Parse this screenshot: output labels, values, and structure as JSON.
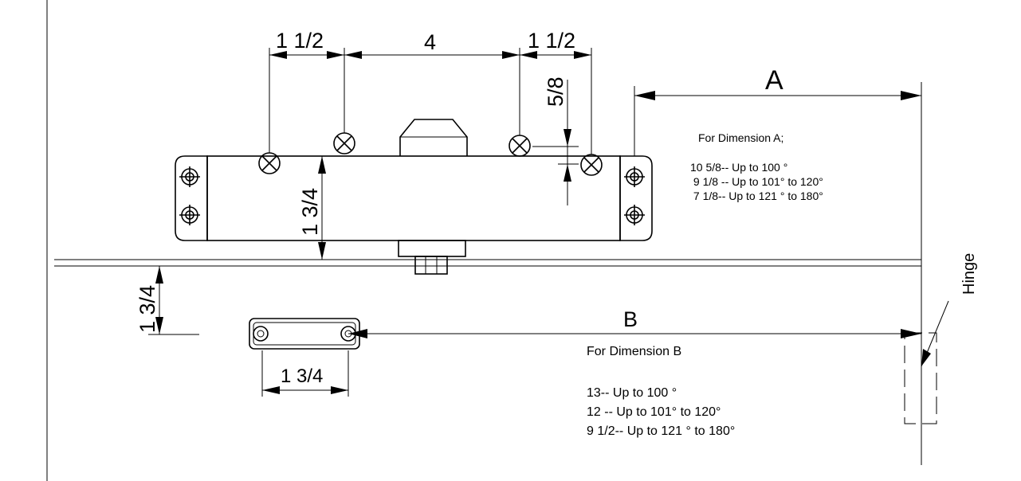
{
  "dimensions": {
    "top_left_spacing": "1 1/2",
    "top_middle_spacing": "4",
    "top_right_spacing": "1 1/2",
    "right_vertical_offset": "5/8",
    "body_height": "1 3/4",
    "door_to_bracket": "1 3/4",
    "bracket_width": "1 3/4",
    "dimension_a_label": "A",
    "dimension_b_label": "B"
  },
  "hinge_label": "Hinge",
  "note_a": {
    "title": "For Dimension A;",
    "lines": [
      "10 5/8-- Up to 100 °",
      " 9 1/8 -- Up to 101° to 120°",
      " 7 1/8-- Up to 121 ° to 180°"
    ]
  },
  "note_b": {
    "title": "For Dimension B",
    "lines": [
      "13-- Up to 100 °",
      "12 -- Up to 101° to 120°",
      "9 1/2-- Up to 121 ° to 180°"
    ]
  }
}
